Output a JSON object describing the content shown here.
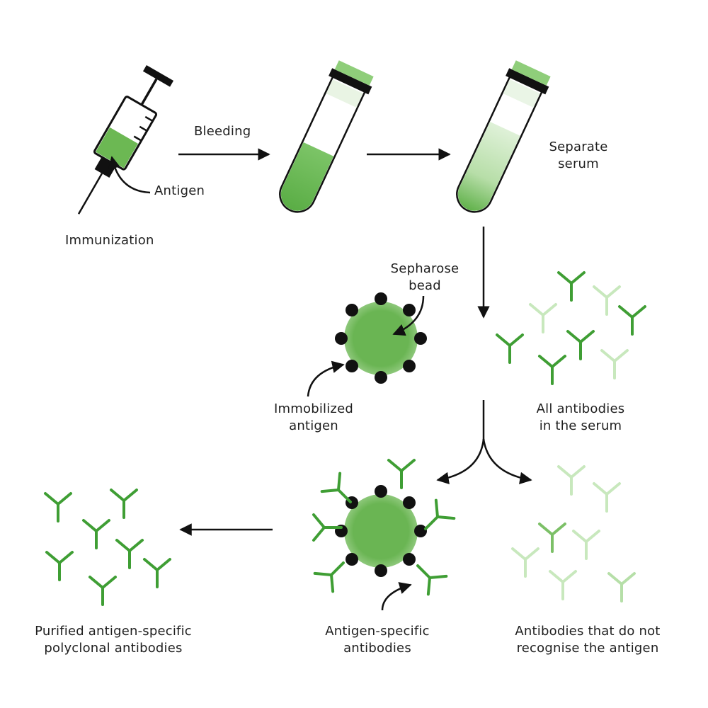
{
  "labels": {
    "immunization": "Immunization",
    "antigen": "Antigen",
    "bleeding": "Bleeding",
    "separate_serum": [
      "Separate",
      "serum"
    ],
    "sepharose_bead": [
      "Sepharose",
      "bead"
    ],
    "immobilized_antigen": [
      "Immobilized",
      "antigen"
    ],
    "all_antibodies": [
      "All antibodies",
      "in the serum"
    ],
    "purified": [
      "Purified antigen-specific",
      "polyclonal antibodies"
    ],
    "antigen_specific": [
      "Antigen-specific",
      "antibodies"
    ],
    "non_binding": [
      "Antibodies that do not",
      "recognise the antigen"
    ]
  },
  "colors": {
    "green_dark": "#3f9e34",
    "green_mid": "#6cb853",
    "green_light": "#a9d89a",
    "green_pale": "#c8e8bd",
    "ink": "#111111"
  }
}
